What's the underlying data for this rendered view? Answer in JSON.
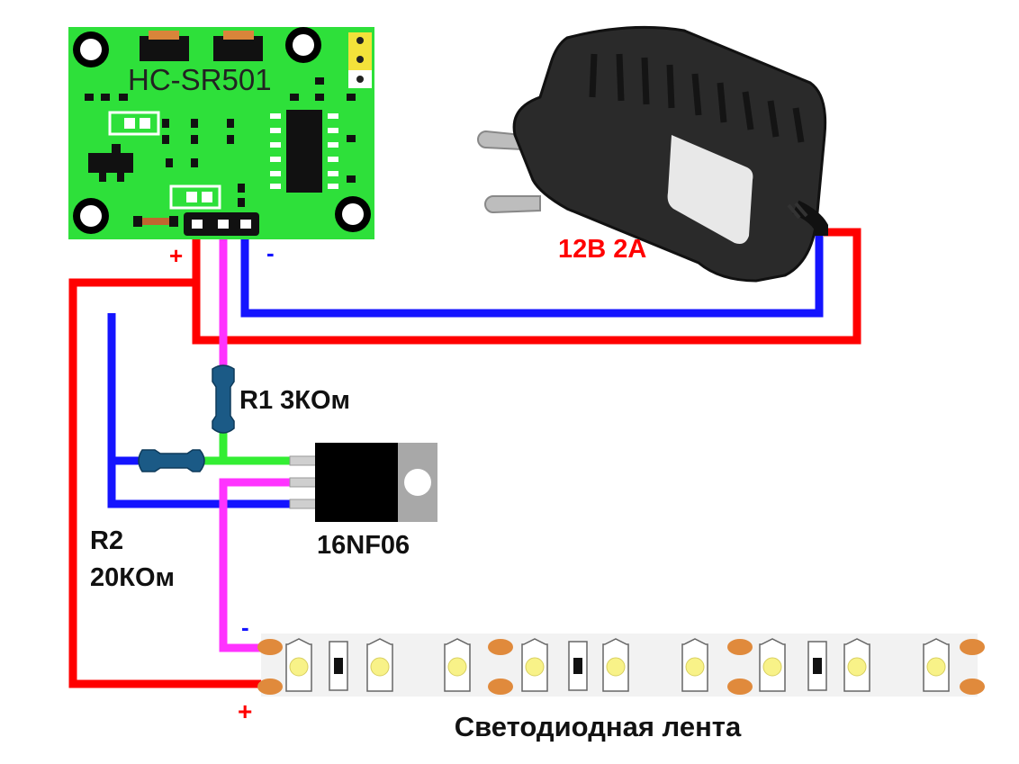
{
  "colors": {
    "positive_wire": "#ff0000",
    "negative_wire": "#1414ff",
    "signal_wire": "#ff33ff",
    "gate_wire": "#33ee33",
    "pcb_green": "#2ee03a",
    "resistor_blue": "#1b5a86",
    "mosfet_body": "#000000",
    "mosfet_tab": "#a8a8a8",
    "label_red": "#ff0000",
    "label_dark": "#111111",
    "strip_base": "#f2f2f2",
    "pad_orange": "#e08a3c",
    "led_yellow": "#f8f288"
  },
  "sensor": {
    "label": "HC-SR501",
    "pin_plus": "+",
    "pin_minus": "-"
  },
  "power_supply": {
    "label": "12В 2А"
  },
  "resistor1": {
    "label": "R1 3КОм"
  },
  "resistor2": {
    "label_line1": "R2",
    "label_line2": "20КОм"
  },
  "mosfet": {
    "label": "16NF06"
  },
  "led_strip": {
    "label": "Светодиодная лента",
    "minus": "-",
    "plus": "+"
  }
}
